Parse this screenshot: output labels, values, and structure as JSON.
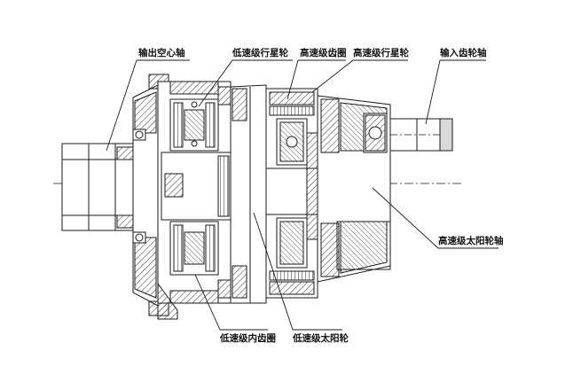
{
  "diagram": {
    "labels": {
      "output_hollow_shaft": "输出空心轴",
      "low_speed_planet": "低速级行星轮",
      "high_speed_ring": "高速级齿圈",
      "high_speed_planet": "高速级行星轮",
      "input_gear_shaft": "输入齿轮轴",
      "high_speed_sun_shaft": "高速级太阳轮轴",
      "low_speed_ring": "低速级内齿圈",
      "low_speed_sun": "低速级太阳轮"
    },
    "colors": {
      "line": "#1a1a1a",
      "hatch": "#333333",
      "fill": "#ffffff",
      "shade": "#d9d9d9",
      "text": "#111111"
    }
  }
}
